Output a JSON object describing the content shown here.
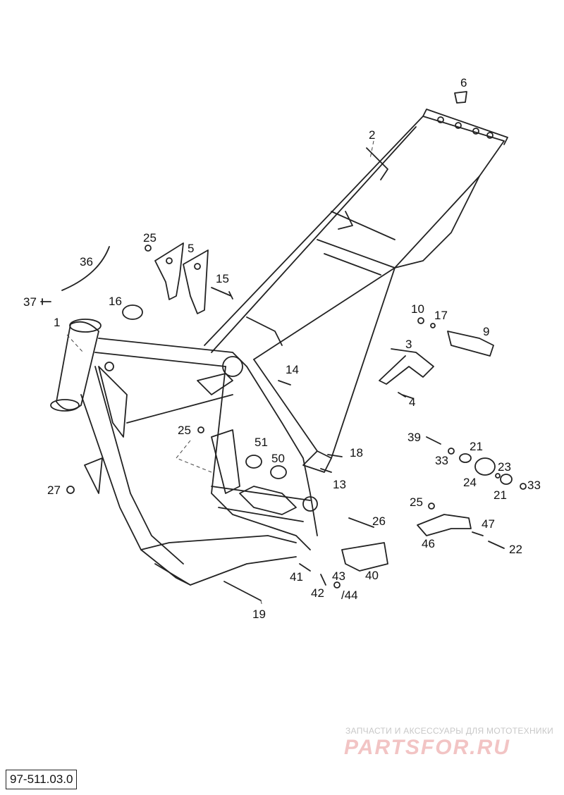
{
  "labels": {
    "l1": "1",
    "l2": "2",
    "l3": "3",
    "l4": "4",
    "l5": "5",
    "l6": "6",
    "l9": "9",
    "l10": "10",
    "l13": "13",
    "l14": "14",
    "l15": "15",
    "l16": "16",
    "l17": "17",
    "l18": "18",
    "l19": "19",
    "l21a": "21",
    "l21b": "21",
    "l22": "22",
    "l23": "23",
    "l24": "24",
    "l25a": "25",
    "l25b": "25",
    "l25c": "25",
    "l26": "26",
    "l27": "27",
    "l33a": "33",
    "l33b": "33",
    "l36": "36",
    "l37": "37",
    "l39": "39",
    "l40": "40",
    "l41": "41",
    "l42": "42",
    "l43": "43",
    "l44": "/44",
    "l46": "46",
    "l47": "47",
    "l50": "50",
    "l51": "51"
  },
  "watermark": {
    "tagline": "ЗАПЧАСТИ И АКСЕССУАРЫ ДЛЯ МОТОТЕХНИКИ",
    "logo": "PARTSFOR.RU"
  },
  "reference_code": "97-511.03.0",
  "colors": {
    "line": "#222222",
    "watermark": "#f2c4c4"
  }
}
